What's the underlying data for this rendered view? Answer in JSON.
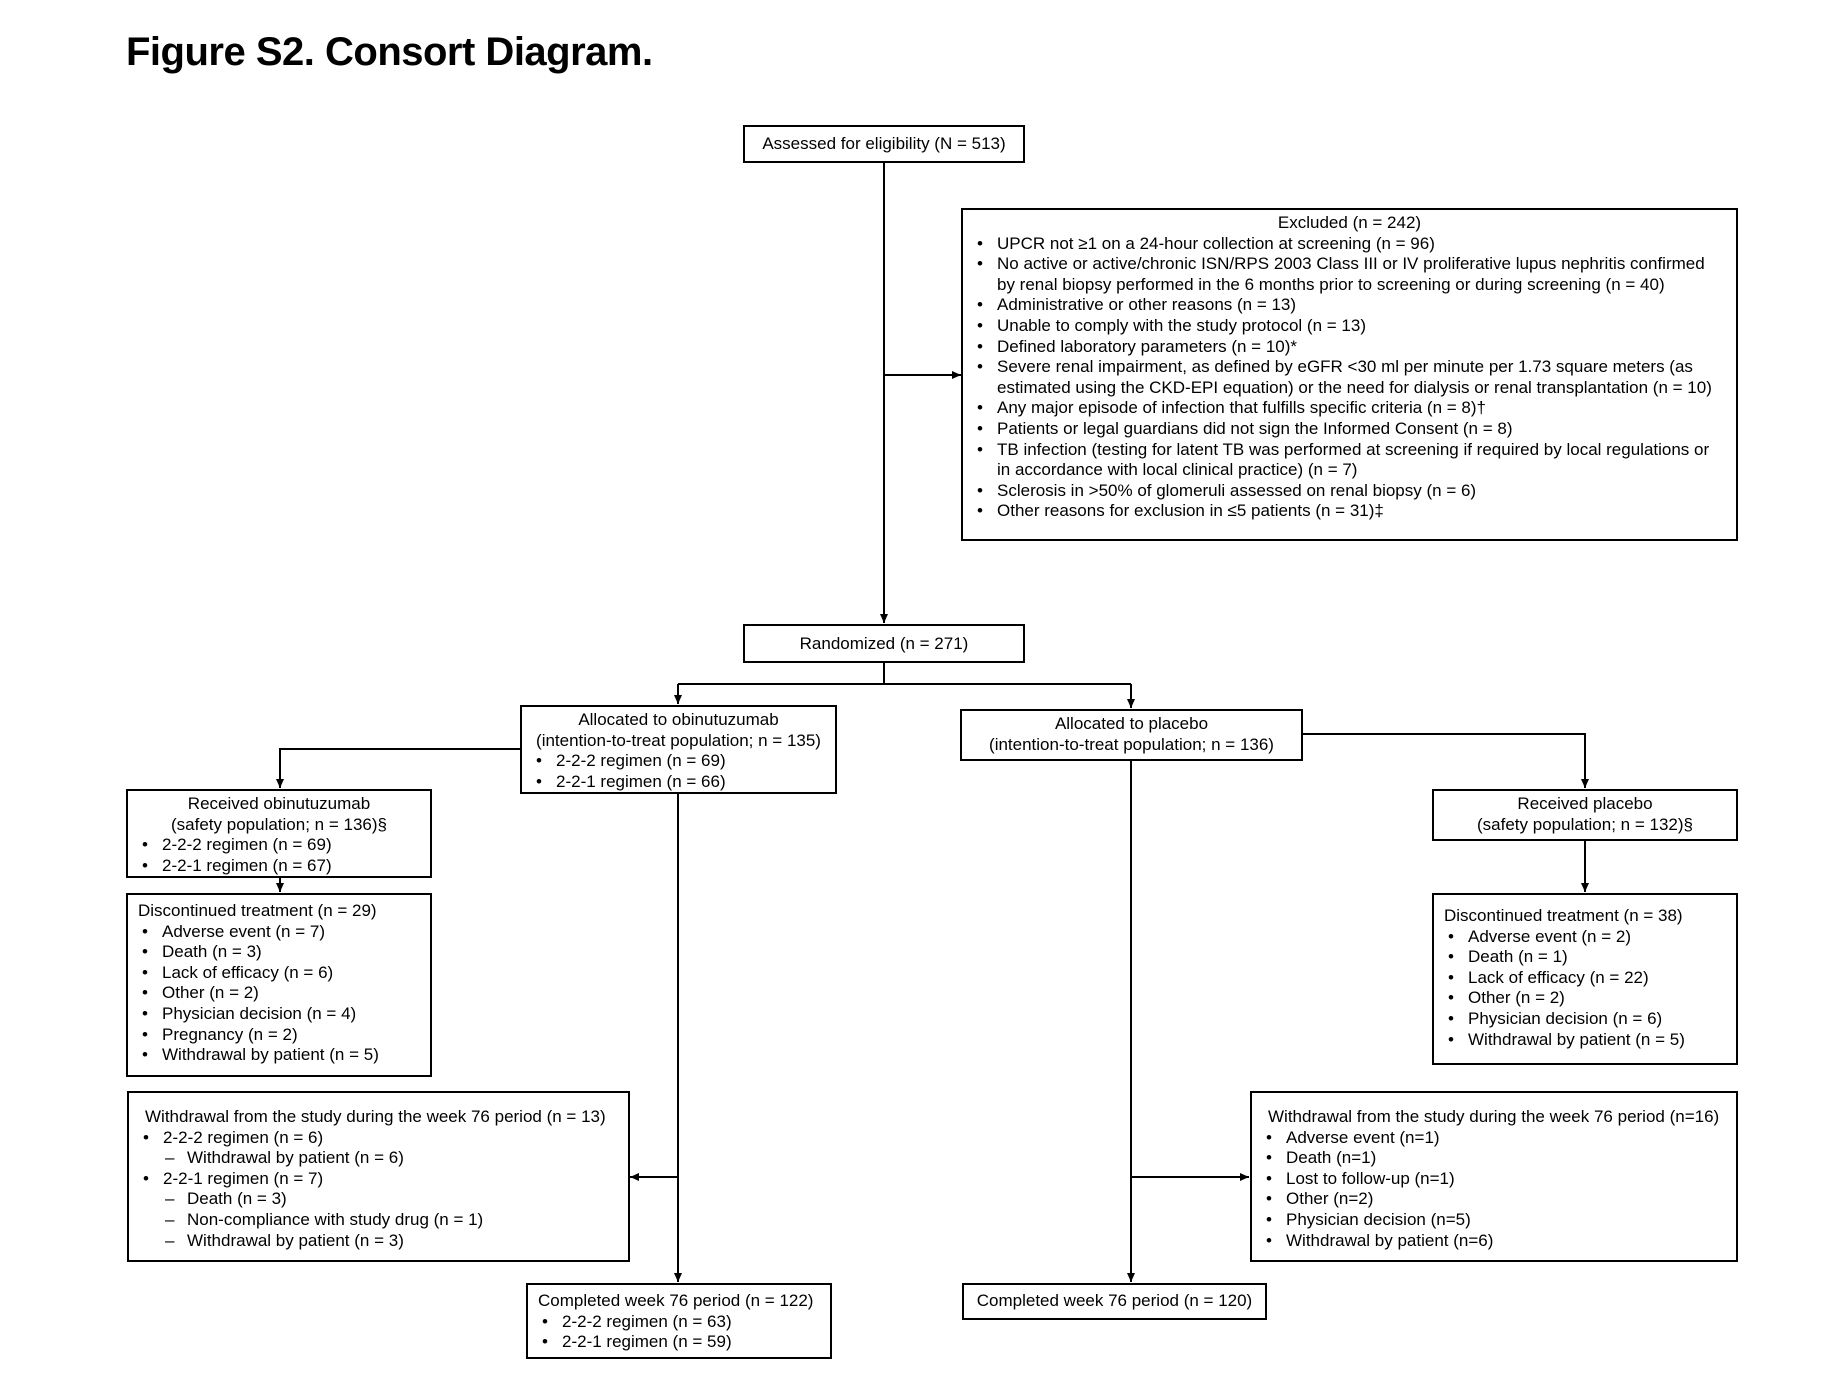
{
  "title": "Figure S2. Consort Diagram.",
  "assessed": "Assessed for eligibility (N = 513)",
  "excluded": {
    "header": "Excluded (n = 242)",
    "items": [
      "UPCR not ≥1 on a 24-hour collection at screening (n = 96)",
      "No active or active/chronic ISN/RPS 2003 Class III or IV proliferative lupus nephritis confirmed by renal biopsy performed in the 6 months prior to screening or during screening (n = 40)",
      "Administrative or other reasons (n = 13)",
      "Unable to comply with the study protocol (n = 13)",
      "Defined laboratory parameters (n = 10)*",
      "Severe renal impairment, as defined by eGFR <30 ml per minute per 1.73 square meters (as estimated using the CKD-EPI equation) or the need for dialysis or renal transplantation (n = 10)",
      "Any major episode of infection that fulfills specific criteria (n = 8)†",
      "Patients or legal guardians did not sign the Informed Consent (n = 8)",
      "TB infection (testing for latent TB was performed at screening if required by local regulations or in accordance with local clinical practice) (n = 7)",
      "Sclerosis in >50% of glomeruli assessed on renal biopsy (n = 6)",
      "Other reasons for exclusion in ≤5 patients (n = 31)‡"
    ]
  },
  "randomized": "Randomized (n = 271)",
  "alloc_obi": {
    "lines": [
      "Allocated to obinutuzumab",
      "(intention-to-treat population; n = 135)"
    ],
    "items": [
      "2-2-2 regimen (n = 69)",
      "2-2-1 regimen (n = 66)"
    ]
  },
  "alloc_pla": {
    "lines": [
      "Allocated to placebo",
      "(intention-to-treat population; n = 136)"
    ]
  },
  "recv_obi": {
    "lines": [
      "Received obinutuzumab",
      "(safety population; n = 136)§"
    ],
    "items": [
      "2-2-2 regimen (n = 69)",
      "2-2-1 regimen (n = 67)"
    ]
  },
  "recv_pla": {
    "lines": [
      "Received placebo",
      "(safety population; n = 132)§"
    ]
  },
  "disc_obi": {
    "header": "Discontinued treatment (n = 29)",
    "items": [
      "Adverse event (n = 7)",
      "Death (n = 3)",
      "Lack of efficacy (n = 6)",
      "Other (n = 2)",
      "Physician decision (n = 4)",
      "Pregnancy (n = 2)",
      "Withdrawal by patient (n = 5)"
    ]
  },
  "disc_pla": {
    "header": "Discontinued treatment (n = 38)",
    "items": [
      "Adverse event (n = 2)",
      "Death (n = 1)",
      "Lack of efficacy (n = 22)",
      "Other (n = 2)",
      "Physician decision (n = 6)",
      "Withdrawal by patient (n = 5)"
    ]
  },
  "with_obi": {
    "header": "Withdrawal from the study during the week 76 period (n = 13)",
    "items": [
      {
        "text": "2-2-2 regimen (n = 6)",
        "sub": false
      },
      {
        "text": "Withdrawal by patient (n = 6)",
        "sub": true
      },
      {
        "text": "2-2-1 regimen (n = 7)",
        "sub": false
      },
      {
        "text": "Death (n = 3)",
        "sub": true
      },
      {
        "text": "Non-compliance with study drug (n = 1)",
        "sub": true
      },
      {
        "text": "Withdrawal by patient (n = 3)",
        "sub": true
      }
    ]
  },
  "with_pla": {
    "header": "Withdrawal from the study during the week 76 period (n=16)",
    "items": [
      "Adverse event (n=1)",
      "Death (n=1)",
      "Lost to follow-up (n=1)",
      "Other (n=2)",
      "Physician decision (n=5)",
      "Withdrawal by patient (n=6)"
    ]
  },
  "comp_obi": {
    "header": "Completed week 76 period (n = 122)",
    "items": [
      "2-2-2 regimen (n = 63)",
      "2-2-1 regimen (n = 59)"
    ]
  },
  "comp_pla": "Completed week 76 period (n = 120)"
}
